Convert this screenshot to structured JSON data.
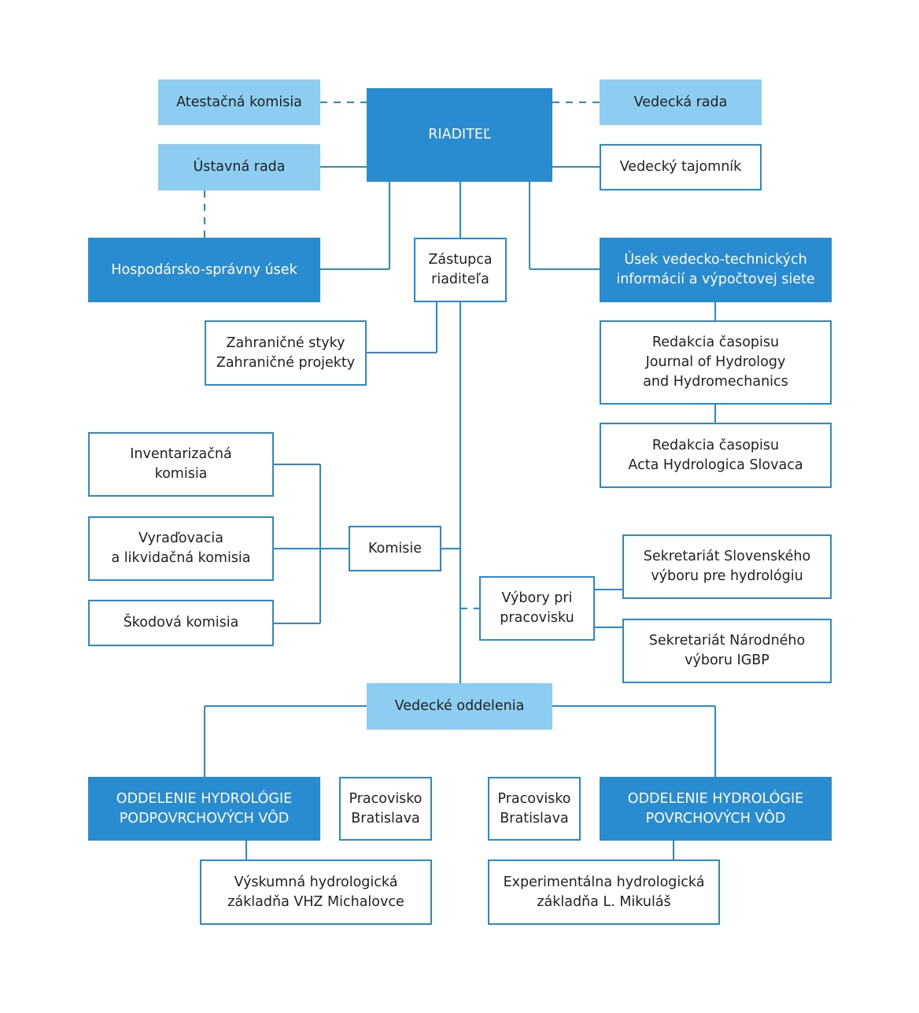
{
  "nodes": {
    "riaditel": [
      "RIADITEĽ"
    ],
    "atestacna": [
      "Atestačná komisia"
    ],
    "vedecka_rada": [
      "Vedecká rada"
    ],
    "ustavna_rada": [
      "Ústavná rada"
    ],
    "vedecky_tajomnik": [
      "Vedecký tajomník"
    ],
    "hospodarsko": [
      "Hospodársko-správny úsek"
    ],
    "zastupca": [
      "Zástupca",
      "riaditeľa"
    ],
    "usek_vti": [
      "Úsek vedecko-technických",
      "informácií a výpočtovej siete"
    ],
    "zahranicne": [
      "Zahraničné styky",
      "Zahraničné projekty"
    ],
    "redakcia_jhh": [
      "Redakcia časopisu",
      "Journal of Hydrology",
      "and Hydromechanics"
    ],
    "redakcia_ahs": [
      "Redakcia časopisu",
      "Acta Hydrologica Slovaca"
    ],
    "inventarizacna": [
      "Inventarizačná",
      "komisia"
    ],
    "vyradovacia": [
      "Vyraďovacia",
      "a likvidačná  komisia"
    ],
    "skodova": [
      "Škodová komisia"
    ],
    "komisie": [
      "Komisie"
    ],
    "sekretariat_shv": [
      "Sekretariát Slovenského",
      "výboru pre hydrológiu"
    ],
    "vybory": [
      "Výbory pri",
      "pracovisku"
    ],
    "sekretariat_igbp": [
      "Sekretariát Národného",
      "výboru IGBP"
    ],
    "vedecke_oddelenia": [
      "Vedecké oddelenia"
    ],
    "odd_podpovrchovych": [
      "ODDELENIE HYDROLÓGIE",
      "PODPOVRCHOVÝCH VÔD"
    ],
    "pracovisko_left": [
      "Pracovisko",
      "Bratislava"
    ],
    "pracovisko_right": [
      "Pracovisko",
      "Bratislava"
    ],
    "odd_povrchovych": [
      "ODDELENIE HYDROLÓGIE",
      "POVRCHOVÝCH VÔD"
    ],
    "vyskumna": [
      "Výskumná hydrologická",
      "základňa VHZ Michalovce"
    ],
    "experimentalna": [
      "Experimentálna hydrologická",
      "základňa L. Mikuláš"
    ]
  },
  "colors": {
    "dark_fill": "#2a8cd0",
    "light_fill": "#8dcdf2",
    "line": "#2a8cd0",
    "text": "#222222",
    "text_on_dark": "#ffffff"
  }
}
